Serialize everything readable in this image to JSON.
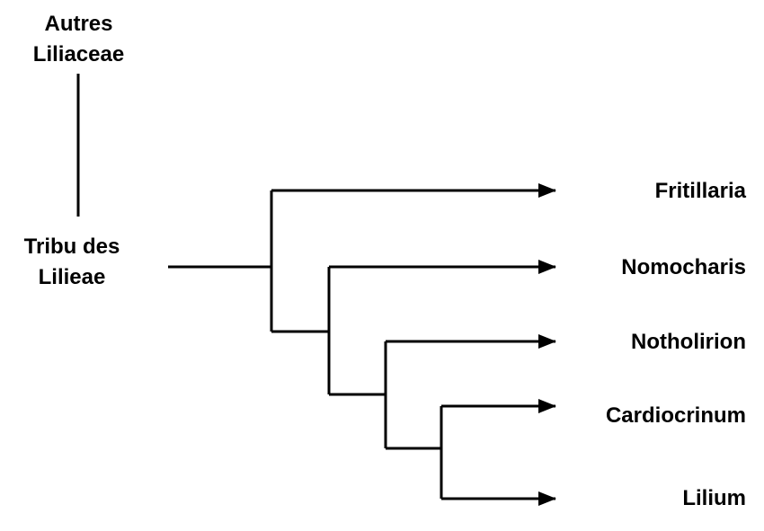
{
  "root_labels": {
    "outgroup": {
      "line1": "Autres",
      "line2": "Liliaceae"
    },
    "tribe": {
      "line1": "Tribu des",
      "line2": "Lilieae"
    }
  },
  "taxa": [
    {
      "name": "Fritillaria"
    },
    {
      "name": "Nomocharis"
    },
    {
      "name": "Notholirion"
    },
    {
      "name": "Cardiocrinum"
    },
    {
      "name": "Lilium"
    }
  ],
  "colors": {
    "line": "#000000",
    "text": "#000000",
    "background": "#ffffff"
  }
}
